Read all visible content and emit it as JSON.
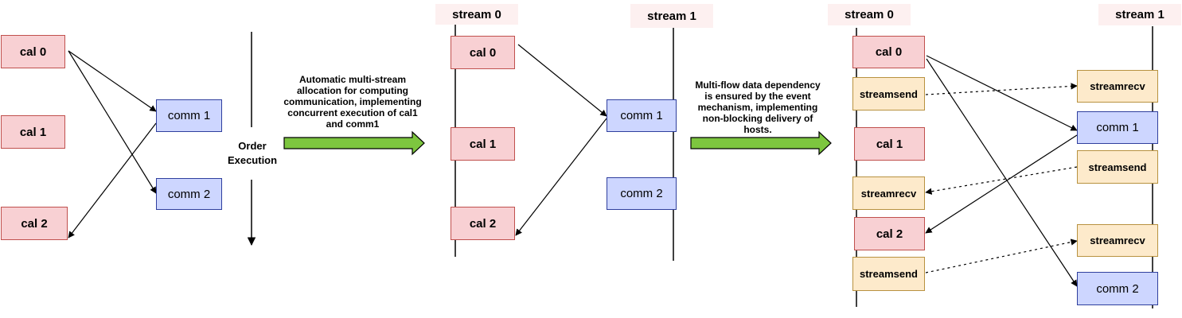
{
  "colors": {
    "cal_fill": "#f8d0d3",
    "cal_border": "#c0504d",
    "comm_fill": "#cdd6ff",
    "comm_border": "#2f3f9e",
    "stream_fill": "#fdeacb",
    "stream_border": "#b89240",
    "header_fill": "#fdf0f0",
    "arrow_fill": "#7dc63f"
  },
  "panel1": {
    "cal0": "cal 0",
    "cal1": "cal 1",
    "cal2": "cal 2",
    "comm1": "comm 1",
    "comm2": "comm 2",
    "order_execution": "Order\nExecution"
  },
  "transition1": {
    "text": "Automatic multi-stream\nallocation for computing\ncommunication, implementing\nconcurrent execution of cal1\nand comm1"
  },
  "panel2": {
    "stream0": "stream 0",
    "stream1": "stream 1",
    "cal0": "cal 0",
    "cal1": "cal 1",
    "cal2": "cal 2",
    "comm1": "comm 1",
    "comm2": "comm 2"
  },
  "transition2": {
    "text": "Multi-flow data dependency\nis ensured by the event\nmechanism, implementing\nnon-blocking delivery of\nhosts."
  },
  "panel3": {
    "stream0": "stream 0",
    "stream1": "stream 1",
    "cal0": "cal 0",
    "cal1": "cal 1",
    "cal2": "cal 2",
    "comm1": "comm 1",
    "comm2": "comm 2",
    "streamsend_a": "streamsend",
    "streamrecv_a": "streamrecv",
    "streamsend_b": "streamsend",
    "streamrecv_b": "streamrecv",
    "streamsend_c": "streamsend",
    "streamrecv_c": "streamrecv"
  }
}
